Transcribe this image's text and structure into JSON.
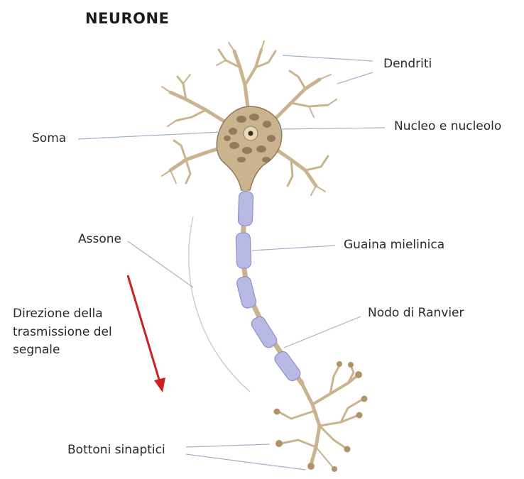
{
  "title": "NEURONE",
  "labels": {
    "dendriti": "Dendriti",
    "soma": "Soma",
    "nucleo": "Nucleo e nucleolo",
    "assone": "Assone",
    "guaina": "Guaina mielinica",
    "nodo": "Nodo di Ranvier",
    "direzione": "Direzione della trasmissione del segnale",
    "bottoni": "Bottoni sinaptici"
  },
  "colors": {
    "neuron": "#c9b48f",
    "neuron_stroke": "#8f7a58",
    "nucleus_dots": "#8a7055",
    "myelin": "#b9b9e6",
    "myelin_stroke": "#8f8fc4",
    "leader_lines": "#9fb3c9",
    "arrow": "#cc1f1f"
  }
}
